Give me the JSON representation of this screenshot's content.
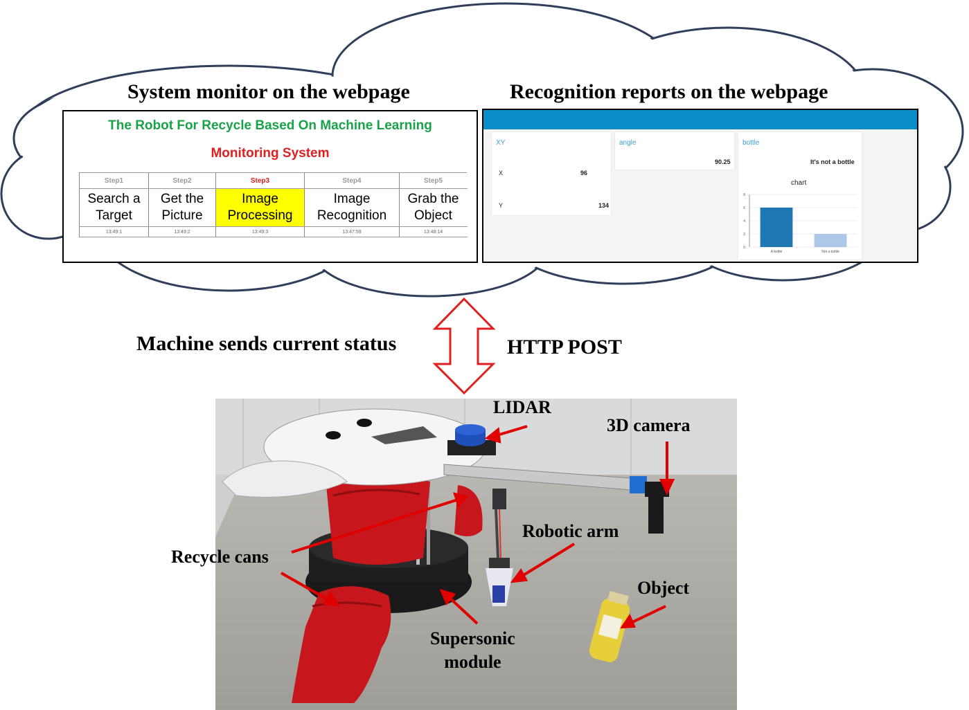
{
  "headings": {
    "system_monitor": "System monitor on the webpage",
    "recognition_reports": "Recognition reports on the webpage"
  },
  "monitor": {
    "title": "The Robot For Recycle Based On Machine Learning",
    "subtitle": "Monitoring System",
    "steps": [
      {
        "step": "Step1",
        "line1": "Search a",
        "line2": "Target",
        "time": "13:49:1",
        "active": false
      },
      {
        "step": "Step2",
        "line1": "Get the",
        "line2": "Picture",
        "time": "13:49:2",
        "active": false
      },
      {
        "step": "Step3",
        "line1": "Image",
        "line2": "Processing",
        "time": "13:49:3",
        "active": true
      },
      {
        "step": "Step4",
        "line1": "Image",
        "line2": "Recognition",
        "time": "13:47:59",
        "active": false
      },
      {
        "step": "Step5",
        "line1": "Grab the",
        "line2": "Object",
        "time": "13:48:14",
        "active": false
      }
    ]
  },
  "report": {
    "xy_title": "XY",
    "x_label": "X",
    "x_value": "96",
    "y_label": "Y",
    "y_value": "134",
    "angle_title": "angle",
    "angle_value": "90.25",
    "bottle_title": "bottle",
    "bottle_status": "It's not a bottle",
    "chart_title": "chart"
  },
  "chart_data": {
    "type": "bar",
    "title": "chart",
    "categories": [
      "A bottle",
      "Not a bottle"
    ],
    "values": [
      6,
      2
    ],
    "ylim": [
      0,
      8
    ],
    "yticks": [
      0,
      2,
      4,
      6,
      8
    ],
    "colors": [
      "#1f77b4",
      "#aec7e8"
    ]
  },
  "middle": {
    "left_text": "Machine sends current status",
    "right_text": "HTTP POST",
    "arrow_color": "#e02020"
  },
  "photo_labels": {
    "lidar": "LIDAR",
    "camera": "3D camera",
    "robotic_arm": "Robotic arm",
    "recycle_cans": "Recycle cans",
    "object": "Object",
    "supersonic_1": "Supersonic",
    "supersonic_2": "module"
  }
}
